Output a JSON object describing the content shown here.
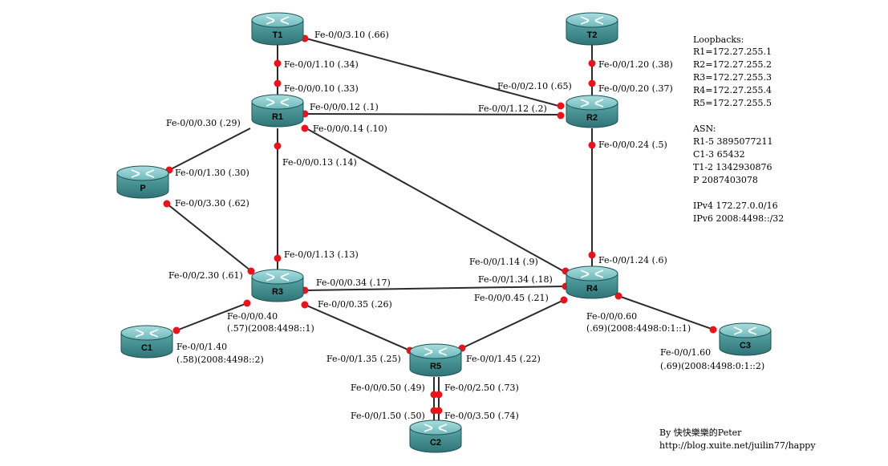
{
  "routers": {
    "T1": "T1",
    "T2": "T2",
    "R1": "R1",
    "R2": "R2",
    "P": "P",
    "R3": "R3",
    "R4": "R4",
    "R5": "R5",
    "C1": "C1",
    "C2": "C2",
    "C3": "C3"
  },
  "labels": {
    "t1_r2": "Fe-0/0/3.10 (.66)",
    "t1_r1": "Fe-0/0/1.10 (.34)",
    "r1_t1": "Fe-0/0/0.10 (.33)",
    "t2_r2": "Fe-0/0/1.20 (.38)",
    "r2_t2": "Fe-0/0/0.20 (.37)",
    "r2_t1": "Fe-0/0/2.10 (.65)",
    "r1_r2": "Fe-0/0/0.12 (.1)",
    "r2_r1": "Fe-0/0/1.12 (.2)",
    "r1_p": "Fe-0/0/0.30 (.29)",
    "r1_r4": "Fe-0/0/0.14 (.10)",
    "r2_r4": "Fe-0/0/0.24 (.5)",
    "p_r1": "Fe-0/0/1.30 (.30)",
    "r1_r3": "Fe-0/0/0.13 (.14)",
    "p_r3": "Fe-0/0/3.30 (.62)",
    "r3_r1": "Fe-0/0/1.13 (.13)",
    "r4_r1": "Fe-0/0/1.14 (.9)",
    "r4_r2": "Fe-0/0/1.24 (.6)",
    "r3_p": "Fe-0/0/2.30 (.61)",
    "r3_r4": "Fe-0/0/0.34 (.17)",
    "r4_r3": "Fe-0/0/1.34 (.18)",
    "r4_r5": "Fe-0/0/0.45 (.21)",
    "r3_r5": "Fe-0/0/0.35 (.26)",
    "r3_c1_a": "Fe-0/0/0.40",
    "r3_c1_b": "(.57)(2008:4498::1)",
    "r4_c3_a": "Fe-0/0/0.60",
    "r4_c3_b": "(.69)(2008:4498:0:1::1)",
    "c1_r3_a": "Fe-0/0/1.40",
    "c1_r3_b": "(.58)(2008:4498::2)",
    "c3_r4_a": "Fe-0/0/1.60",
    "c3_r4_b": "(.69)(2008:4498:0:1::2)",
    "r5_r3": "Fe-0/0/1.35 (.25)",
    "r5_r4": "Fe-0/0/1.45 (.22)",
    "r5_c2_1": "Fe-0/0/0.50 (.49)",
    "r5_c2_2": "Fe-0/0/2.50 (.73)",
    "c2_r5_1": "Fe-0/0/1.50 (.50)",
    "c2_r5_2": "Fe-0/0/3.50 (.74)"
  },
  "info": {
    "loopbacks_title": "Loopbacks:",
    "loopbacks": [
      "R1=172.27.255.1",
      "R2=172.27.255.2",
      "R3=172.27.255.3",
      "R4=172.27.255.4",
      "R5=172.27.255.5"
    ],
    "asn_title": "ASN:",
    "asn": [
      "R1-5 3895077211",
      "C1-3 65432",
      "T1-2 1342930876",
      "P 2087403078"
    ],
    "ipv4": "IPv4 172.27.0.0/16",
    "ipv6": "IPv6 2008:4498::/32"
  },
  "credit": {
    "author": "By 快快樂樂的Peter",
    "url": "http://blog.xuite.net/juilin77/happy"
  },
  "colors": {
    "router_body": "#4f9c9e",
    "router_top": "#7cc4c5",
    "dot": "#e8141b",
    "line": "#2b2b2b"
  }
}
